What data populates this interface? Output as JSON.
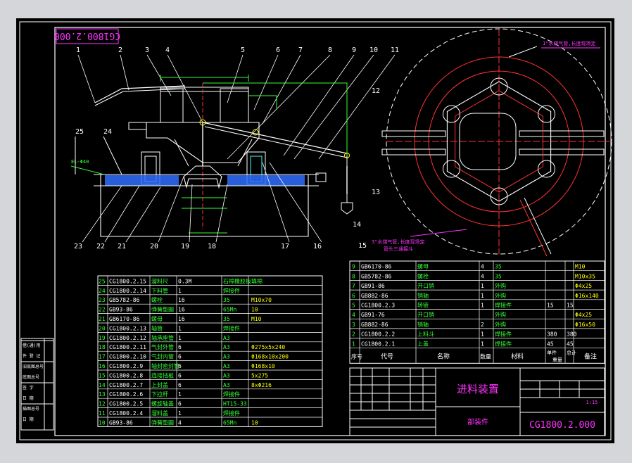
{
  "drawing": {
    "corner_number": "CG1800.2.000",
    "title": "进料装置",
    "subtitle": "部装件",
    "drawing_number": "CG1800.2.000",
    "scale": "1:15",
    "annotation_top": "1\"水煤气管,长度现场定",
    "annotation_bottom_line1": "3\"水煤气管,长度现场定",
    "annotation_bottom_line2": "管头三通接斗",
    "dim_label_left": "EL-Φ40"
  },
  "balloons_top": [
    "1",
    "2",
    "3",
    "4",
    "5",
    "6",
    "7",
    "8",
    "9",
    "10",
    "11"
  ],
  "balloons_right": [
    "12",
    "13",
    "14",
    "15"
  ],
  "balloons_bottom": [
    "23",
    "22",
    "21",
    "20",
    "19",
    "18",
    "17",
    "16"
  ],
  "balloons_left": [
    "25",
    "24"
  ],
  "bom_left": [
    {
      "no": "25",
      "code": "CG1800.2.15",
      "name": "溜料尺",
      "qty": "0.3M",
      "mat": "石棉橡胶板填棉",
      "note": ""
    },
    {
      "no": "24",
      "code": "CG1800.2.14",
      "name": "下料管",
      "qty": "1",
      "mat": "焊接件",
      "note": ""
    },
    {
      "no": "23",
      "code": "GB5782-86",
      "name": "螺栓",
      "qty": "16",
      "mat": "35",
      "note": "M10x70"
    },
    {
      "no": "22",
      "code": "GB93-86",
      "name": "弹簧垫圈",
      "qty": "16",
      "mat": "65Mn",
      "note": "10"
    },
    {
      "no": "21",
      "code": "GB6170-86",
      "name": "螺母",
      "qty": "16",
      "mat": "35",
      "note": "M10"
    },
    {
      "no": "20",
      "code": "CG1800.2.13",
      "name": "轴筒",
      "qty": "1",
      "mat": "焊接件",
      "note": ""
    },
    {
      "no": "19",
      "code": "CG1800.2.12",
      "name": "轴承座管",
      "qty": "1",
      "mat": "A3",
      "note": ""
    },
    {
      "no": "18",
      "code": "CG1800.2.11",
      "name": "气封外管",
      "qty": "6",
      "mat": "A3",
      "note": "Φ275x5x240"
    },
    {
      "no": "17",
      "code": "CG1800.2.10",
      "name": "气封内管",
      "qty": "6",
      "mat": "A3",
      "note": "Φ168x10x200"
    },
    {
      "no": "16",
      "code": "CG1800.2.9",
      "name": "轴封密封管",
      "qty": "6",
      "mat": "A3",
      "note": "Φ168x10"
    },
    {
      "no": "15",
      "code": "CG1800.2.8",
      "name": "连接挡板",
      "qty": "6",
      "mat": "A3",
      "note": "5x275"
    },
    {
      "no": "14",
      "code": "CG1800.2.7",
      "name": "上封盖",
      "qty": "6",
      "mat": "A3",
      "note": "8xΦ216"
    },
    {
      "no": "13",
      "code": "CG1800.2.6",
      "name": "下拉杆",
      "qty": "1",
      "mat": "焊接件",
      "note": ""
    },
    {
      "no": "12",
      "code": "CG1800.2.5",
      "name": "螺旋轴盖",
      "qty": "6",
      "mat": "HT15-33",
      "note": ""
    },
    {
      "no": "11",
      "code": "CG1800.2.4",
      "name": "溜料盖",
      "qty": "1",
      "mat": "焊接件",
      "note": ""
    },
    {
      "no": "10",
      "code": "GB93-86",
      "name": "弹簧垫圈",
      "qty": "4",
      "mat": "65Mn",
      "note": "10"
    }
  ],
  "bom_right": [
    {
      "no": "9",
      "code": "GB6170-86",
      "name": "螺母",
      "qty": "4",
      "mat": "35",
      "w1": "",
      "w2": "",
      "note": "M10"
    },
    {
      "no": "8",
      "code": "GB5782-86",
      "name": "螺栓",
      "qty": "4",
      "mat": "35",
      "w1": "",
      "w2": "",
      "note": "M10x35"
    },
    {
      "no": "7",
      "code": "GB91-86",
      "name": "开口销",
      "qty": "1",
      "mat": "外购",
      "w1": "",
      "w2": "",
      "note": "Φ4x25"
    },
    {
      "no": "6",
      "code": "GB882-86",
      "name": "销轴",
      "qty": "1",
      "mat": "外购",
      "w1": "",
      "w2": "",
      "note": "Φ16x140"
    },
    {
      "no": "5",
      "code": "CG1800.2.3",
      "name": "转链",
      "qty": "1",
      "mat": "焊接件",
      "w1": "15",
      "w2": "15",
      "note": ""
    },
    {
      "no": "4",
      "code": "GB91-76",
      "name": "开口销",
      "qty": "",
      "mat": "外购",
      "w1": "",
      "w2": "",
      "note": "Φ4x25"
    },
    {
      "no": "3",
      "code": "GB882-86",
      "name": "销轴",
      "qty": "2",
      "mat": "外购",
      "w1": "",
      "w2": "",
      "note": "Φ16x50"
    },
    {
      "no": "2",
      "code": "CG1800.2.2",
      "name": "上料斗",
      "qty": "1",
      "mat": "焊接件",
      "w1": "380",
      "w2": "380",
      "note": ""
    },
    {
      "no": "1",
      "code": "CG1800.2.1",
      "name": "上盖",
      "qty": "1",
      "mat": "焊接件",
      "w1": "45",
      "w2": "45",
      "note": ""
    }
  ],
  "bom_right_header": {
    "no": "序号",
    "code": "代号",
    "name": "名称",
    "qty": "数量",
    "mat": "材料",
    "w1": "单件",
    "w2": "总计",
    "weight": "重量",
    "note": "备注"
  },
  "side_stamp": [
    "借(通)用",
    "件 登 记",
    "旧底图总号",
    "底图总号",
    "签 字",
    "日 期",
    "描图总号",
    "日 期"
  ],
  "colors": {
    "frame": "#ffffff",
    "green": "#33ff33",
    "red": "#ff3333",
    "yellow": "#ffff00",
    "cyan": "#33ffff",
    "magenta": "#ff33ff",
    "blue": "#2f6fff",
    "white": "#ffffff"
  }
}
